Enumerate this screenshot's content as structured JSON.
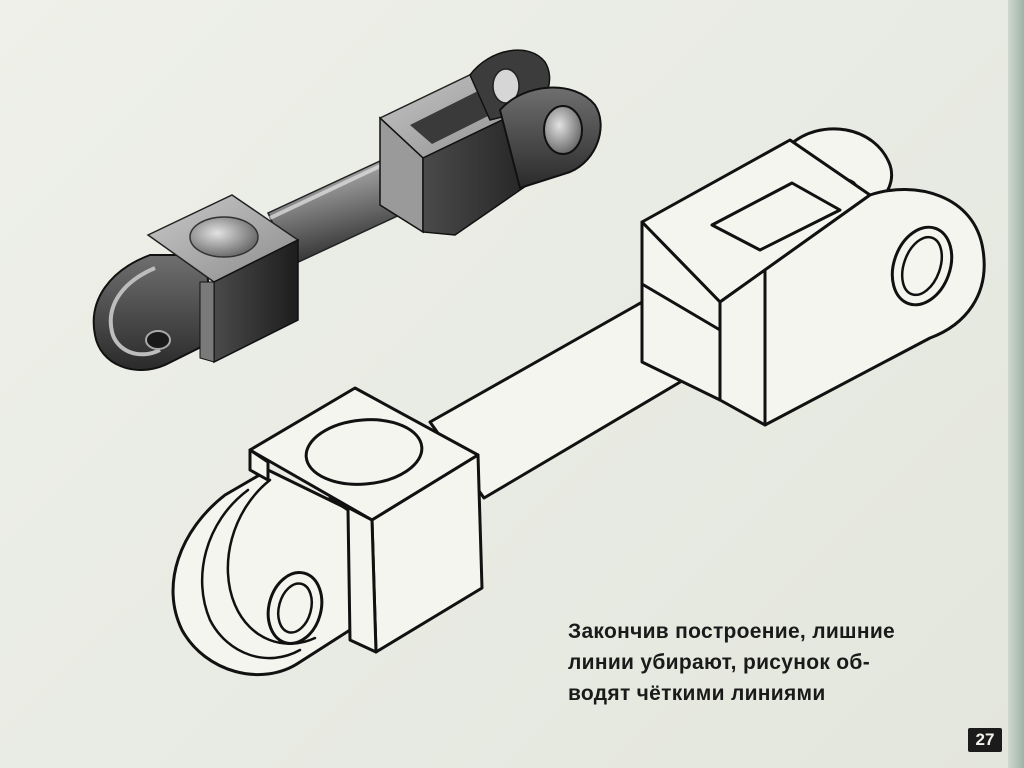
{
  "caption": {
    "line1": "Закончив построение, лишние",
    "line2": "линии убирают, рисунок об-",
    "line3": "водят чёткими линиями"
  },
  "page_number": "27",
  "figures": {
    "shaded_icon": "shaded-fork-link-illustration",
    "outline_icon": "outline-fork-link-drawing"
  },
  "colors": {
    "paper": "#e9ebe2",
    "metal_dark": "#2b2b2b",
    "metal_mid": "#5a5a5a",
    "metal_light": "#a8a8a8",
    "line": "#111111"
  }
}
